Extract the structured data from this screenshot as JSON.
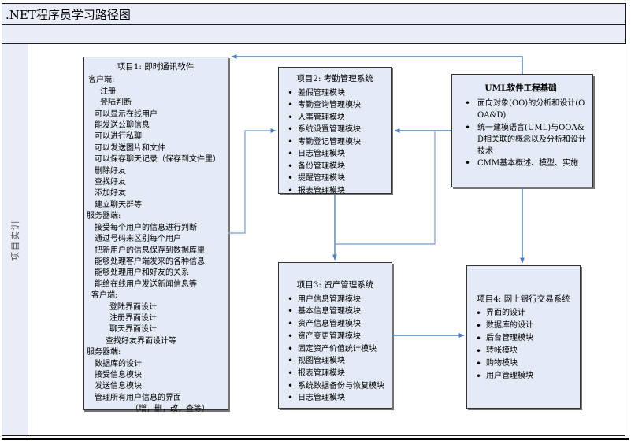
{
  "page": {
    "title": ".NET程序员学习路径图"
  },
  "lane": {
    "label": "项目实训"
  },
  "colors": {
    "band_fill": "#E9EDF7",
    "box_fill": "#E4EAF6",
    "box_border": "#333333",
    "connector": "#4F81BD",
    "connector_light": "#8CACD8"
  },
  "boxes": {
    "project1": {
      "title": "项目1: 即时通讯软件",
      "lines": [
        {
          "text": "客户端:",
          "indent": 2
        },
        {
          "text": "注册",
          "indent": 17
        },
        {
          "text": "登陆判断",
          "indent": 17
        },
        {
          "text": "可以显示在线用户",
          "indent": 10
        },
        {
          "text": "能发送公聊信息",
          "indent": 10
        },
        {
          "text": "可以进行私聊",
          "indent": 10
        },
        {
          "text": "可以发送图片和文件",
          "indent": 10
        },
        {
          "text": "可以保存聊天记录（保存到文件里）",
          "indent": 10
        },
        {
          "text": "删除好友",
          "indent": 10
        },
        {
          "text": "查找好友",
          "indent": 10
        },
        {
          "text": "添加好友",
          "indent": 10
        },
        {
          "text": "建立聊天群等",
          "indent": 10
        },
        {
          "text": "服务器端:",
          "indent": 0
        },
        {
          "text": "接受每个用户的信息进行判断",
          "indent": 10
        },
        {
          "text": "通过号码来区别每个用户",
          "indent": 10
        },
        {
          "text": "把新用户的信息保存到数据库里",
          "indent": 10
        },
        {
          "text": "能够处理客户端发来的各种信息",
          "indent": 10
        },
        {
          "text": "能够处理用户和好友的关系",
          "indent": 10
        },
        {
          "text": "能给在线用户发送新闻信息等",
          "indent": 10
        },
        {
          "text": "客户端:",
          "indent": 6
        },
        {
          "text": "登陆界面设计",
          "indent": 29
        },
        {
          "text": "注册界面设计",
          "indent": 29
        },
        {
          "text": "聊天界面设计",
          "indent": 29
        },
        {
          "text": "查找好友界面设计等",
          "indent": 24
        },
        {
          "text": "服务器端:",
          "indent": 0
        },
        {
          "text": "数据库的设计",
          "indent": 10
        },
        {
          "text": "接受信息模块",
          "indent": 10
        },
        {
          "text": "发送信息模块",
          "indent": 10
        },
        {
          "text": "管理所有用户信息的界面",
          "indent": 10
        },
        {
          "text": "（增，删，改，查等）",
          "indent": 56
        }
      ]
    },
    "project2": {
      "title": "项目2: 考勤管理系统",
      "items": [
        "差假管理模块",
        "考勤查询管理模块",
        "人事管理模块",
        "系统设置管理模块",
        "考勤登记管理模块",
        "日志管理模块",
        "备份管理模块",
        "提醒管理模块",
        "报表管理模块"
      ]
    },
    "uml": {
      "title": "UML软件工程基础",
      "items": [
        "面向对象(OO)的分析和设计(OOA&D)",
        "统一建模语言(UML)与OOA&D相关联的概念以及分析和设计技术",
        "CMM基本概述、模型、实施"
      ]
    },
    "project3": {
      "title": "项目3: 资产管理系统",
      "items": [
        "用户信息管理模块",
        "基本信息管理模块",
        "资产信息管理模块",
        "资产变更管理模块",
        "固定资产价值统计模块",
        "视图管理模块",
        "报表管理模块",
        "系统数据备份与恢复模块",
        "日志管理模块"
      ]
    },
    "project4": {
      "title": "项目4: 网上银行交易系统",
      "items": [
        "界面的设计",
        "数据库的设计",
        "后台管理模块",
        "转帐模块",
        "购物模块",
        "用户管理模块"
      ]
    }
  }
}
